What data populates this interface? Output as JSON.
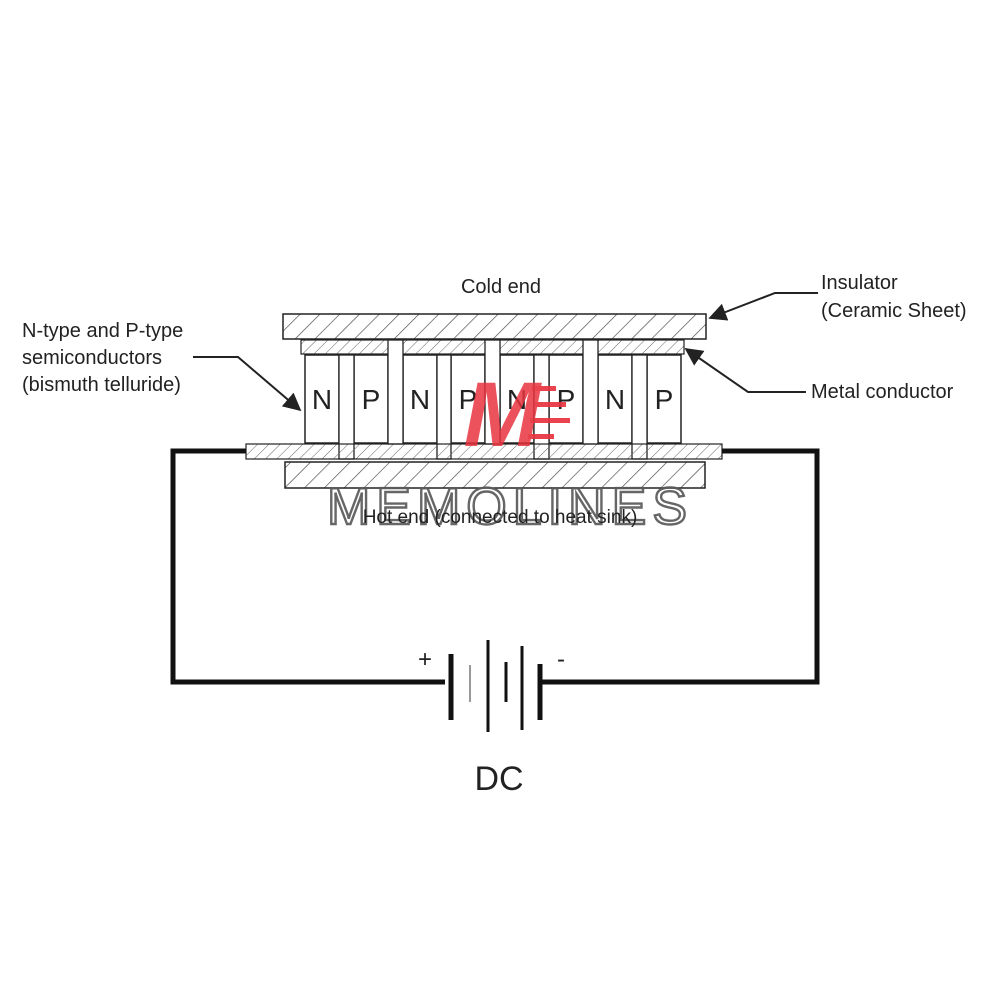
{
  "labels": {
    "cold_end": "Cold end",
    "hot_end": "Hot end (connected to heat sink)",
    "insulator_line1": "Insulator",
    "insulator_line2": "(Ceramic Sheet)",
    "metal_conductor": "Metal conductor",
    "semis_line1": "N-type and P-type",
    "semis_line2": "semiconductors",
    "semis_line3": "(bismuth telluride)",
    "plus": "+",
    "minus": "-",
    "power_source": "DC"
  },
  "legs": [
    "N",
    "P",
    "N",
    "P",
    "N",
    "P",
    "N",
    "P"
  ],
  "watermark": {
    "text": "MEMOLINES",
    "logo_letter": "M",
    "logo_color": "#e8343f",
    "text_color": "#5a5a5a"
  },
  "colors": {
    "line": "#222222",
    "wire": "#111111",
    "hatch": "#444444"
  }
}
